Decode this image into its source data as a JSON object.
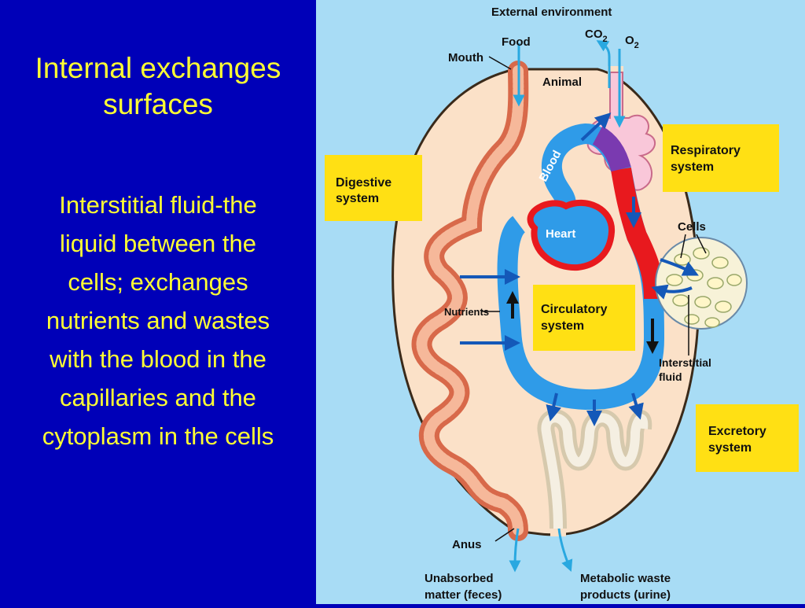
{
  "slide": {
    "title_line1": "Internal exchanges",
    "title_line2": "surfaces",
    "body_lines": [
      "Interstitial fluid-the",
      "liquid between the",
      "cells; exchanges",
      "nutrients and wastes",
      "with the blood in the",
      "capillaries and the",
      "cytoplasm in the cells"
    ]
  },
  "diagram": {
    "external_environment": "External environment",
    "food": "Food",
    "mouth": "Mouth",
    "animal": "Animal",
    "co2": "CO",
    "co2_sub": "2",
    "o2": "O",
    "o2_sub": "2",
    "blood": "Blood",
    "heart": "Heart",
    "cells": "Cells",
    "nutrients": "Nutrients",
    "interstitial_line1": "Interstitial",
    "interstitial_line2": "fluid",
    "anus": "Anus",
    "unabsorbed_line1": "Unabsorbed",
    "unabsorbed_line2": "matter (feces)",
    "metabolic_line1": "Metabolic waste",
    "metabolic_line2": "products (urine)",
    "boxes": {
      "digestive_line1": "Digestive",
      "digestive_line2": "system",
      "respiratory_line1": "Respiratory",
      "respiratory_line2": "system",
      "circulatory_line1": "Circulatory",
      "circulatory_line2": "system",
      "excretory_line1": "Excretory",
      "excretory_line2": "system"
    }
  },
  "colors": {
    "slide_background": "#0000b8",
    "slide_text": "#ffff33",
    "diagram_background": "#a8dcf5",
    "body_fill": "#fbe1c8",
    "label_box": "#ffe014",
    "vessel_blue": "#2f9be8",
    "vessel_red": "#e8191e",
    "arrow_blue": "#1458b8"
  }
}
